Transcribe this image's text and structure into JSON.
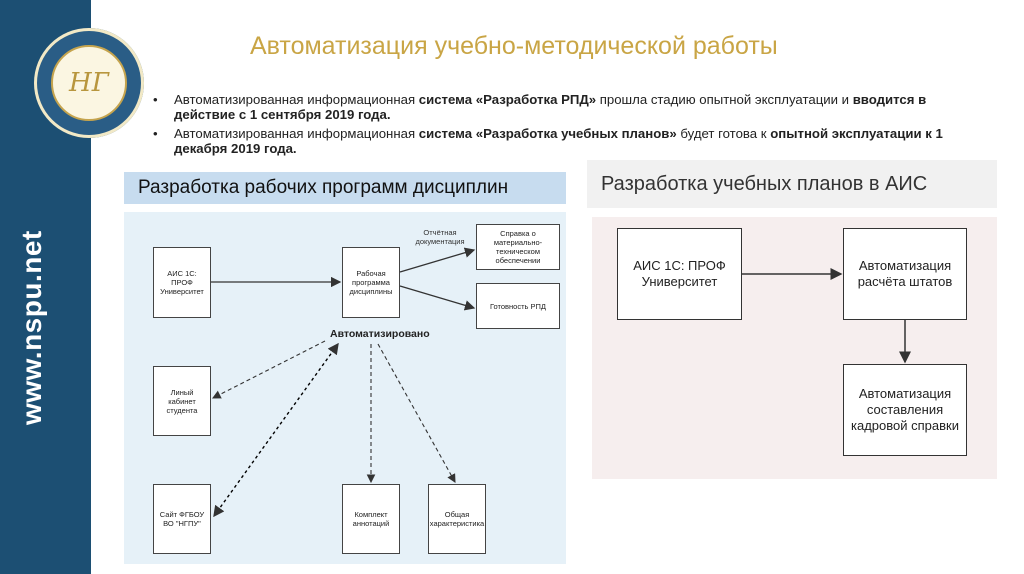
{
  "sidebar": {
    "site": "www.nspu.net",
    "logo_monogram": "НГ"
  },
  "title": "Автоматизация учебно-методической работы",
  "bullets": [
    {
      "pre": "Автоматизированная информационная ",
      "b1": "система «Разработка РПД»",
      "mid": "  прошла стадию опытной эксплуатации  и ",
      "b2": "вводится в действие с 1 сентября 2019 года."
    },
    {
      "pre": "Автоматизированная информационная ",
      "b1": "система «Разработка учебных планов»",
      "mid": " будет готова к ",
      "b2": "опытной эксплуатации к 1 декабря 2019 года."
    }
  ],
  "left_panel": {
    "heading": "Разработка рабочих программ дисциплин",
    "boxes": {
      "ais": "АИС 1С: ПРОФ Университет",
      "program": "Рабочая программа дисциплины",
      "spravka": "Справка о материально-техническом обеспечении",
      "gotovnost": "Готовность РПД",
      "kabinet": "Линый кабинет студента",
      "site": "Сайт ФГБОУ ВО \"НГПУ\"",
      "komplekt": "Комплект аннотаций",
      "obshaya": "Общая характеристика"
    },
    "label_report": "Отчётная документация",
    "label_auto": "Автоматизировано"
  },
  "right_panel": {
    "heading": "Разработка учебных планов в АИС",
    "boxes": {
      "ais": "АИС 1С: ПРОФ Университет",
      "shtaty": "Автоматизация расчёта штатов",
      "kadry": "Автоматизация составления кадровой справки"
    }
  }
}
